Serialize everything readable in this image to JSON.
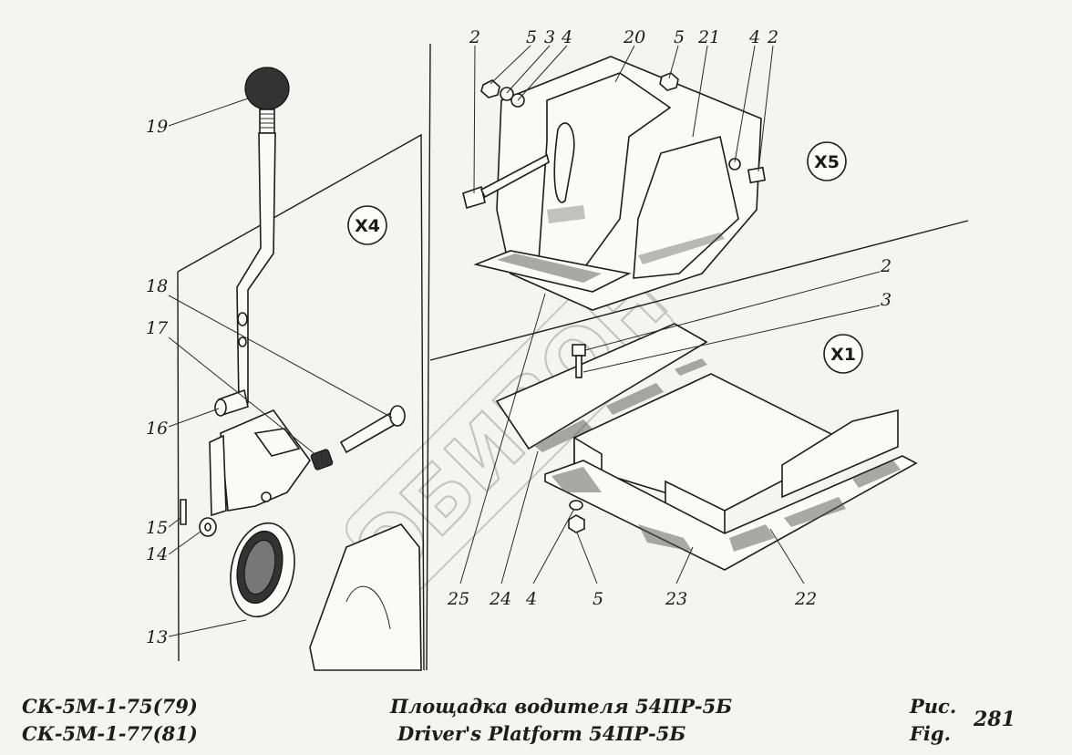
{
  "zones": [
    "X4",
    "X5",
    "X1"
  ],
  "callouts": {
    "c19": "19",
    "c18": "18",
    "c17": "17",
    "c16": "16",
    "c15": "15",
    "c14": "14",
    "c13": "13",
    "top2a": "2",
    "top5a": "5",
    "top3": "3",
    "top4a": "4",
    "c20": "20",
    "top5b": "5",
    "c21": "21",
    "top4b": "4",
    "top2b": "2",
    "mid2": "2",
    "mid3": "3",
    "c25": "25",
    "c24": "24",
    "bot4": "4",
    "bot5": "5",
    "c23": "23",
    "c22": "22"
  },
  "watermark": "ОБИВОН",
  "footer": {
    "model_line1": "СК-5М-1-75(79)",
    "model_line2": "СК-5М-1-77(81)",
    "title_ru": "Площадка водителя 54ПР-5Б",
    "title_en": "Driver's Platform 54ПР-5Б",
    "fig_ru": "Рис.",
    "fig_en": "Fig.",
    "fig_number": "281"
  }
}
